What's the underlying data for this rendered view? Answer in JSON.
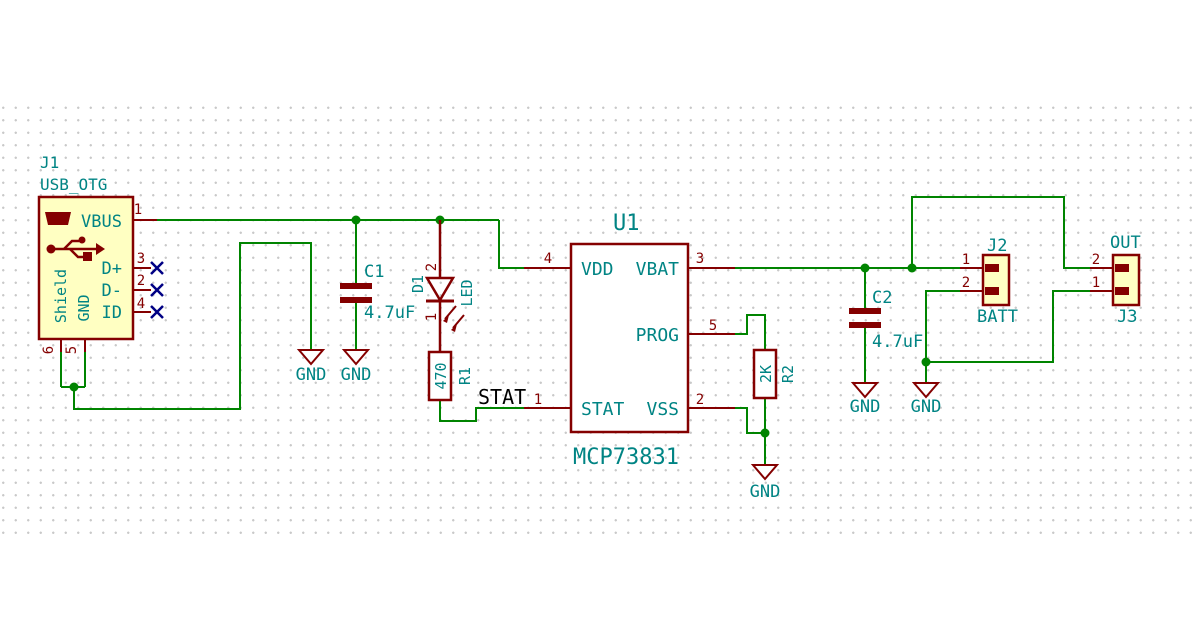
{
  "colors": {
    "background": "#ffffff",
    "grid_dot": "#c9c9c9",
    "wire": "#008400",
    "junction": "#008400",
    "symbol_outline": "#840000",
    "symbol_fill": "#ffffc2",
    "label_text": "#008484",
    "pin_number_text": "#840000",
    "net_label_text": "#000000",
    "no_connect": "#000084"
  },
  "labels": {
    "gnd": "GND",
    "stat_net": "STAT"
  },
  "components": {
    "j1": {
      "ref": "J1",
      "value": "USB_OTG",
      "pins": {
        "vbus": {
          "name": "VBUS",
          "number": "1"
        },
        "dplus": {
          "name": "D+",
          "number": "3"
        },
        "dminus": {
          "name": "D-",
          "number": "2"
        },
        "id": {
          "name": "ID",
          "number": "4"
        },
        "shield": {
          "name": "Shield",
          "number": "6"
        },
        "gnd": {
          "name": "GND",
          "number": "5"
        }
      }
    },
    "c1": {
      "ref": "C1",
      "value": "4.7uF"
    },
    "d1": {
      "ref": "D1",
      "value": "LED",
      "pin_top": "2",
      "pin_bottom": "1"
    },
    "r1": {
      "ref": "R1",
      "value": "470"
    },
    "u1": {
      "ref": "U1",
      "value": "MCP73831",
      "pins": [
        {
          "name": "VDD",
          "number": "4"
        },
        {
          "name": "VBAT",
          "number": "3"
        },
        {
          "name": "PROG",
          "number": "5"
        },
        {
          "name": "STAT",
          "number": "1"
        },
        {
          "name": "VSS",
          "number": "2"
        }
      ]
    },
    "r2": {
      "ref": "R2",
      "value": "2K"
    },
    "c2": {
      "ref": "C2",
      "value": "4.7uF"
    },
    "j2": {
      "ref": "J2",
      "value": "BATT",
      "pin1": "1",
      "pin2": "2"
    },
    "j3": {
      "ref": "J3",
      "value": "OUT",
      "pin1": "1",
      "pin2": "2"
    }
  }
}
